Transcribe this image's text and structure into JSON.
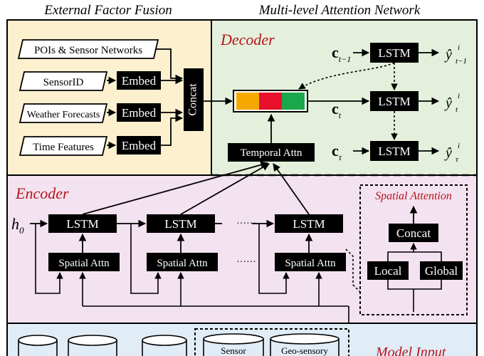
{
  "headers": {
    "left": "External Factor Fusion",
    "right": "Multi-level Attention Network"
  },
  "external": {
    "inputs": [
      "POIs & Sensor Networks",
      "SensorID",
      "Weather Forecasts",
      "Time Features"
    ],
    "embed": "Embed",
    "concat": "Concat"
  },
  "decoder": {
    "title": "Decoder",
    "temporal_attn": "Temporal Attn",
    "lstm": "LSTM",
    "c_labels": [
      "c",
      "c",
      "c"
    ],
    "c_subs": [
      "t−1",
      "t",
      "τ"
    ],
    "y_labels": [
      "ŷ",
      "ŷ",
      "ŷ"
    ],
    "y_sups": [
      "i",
      "i",
      "i"
    ],
    "y_subs": [
      "t−1",
      "t",
      "τ"
    ],
    "colors": [
      "#f5a800",
      "#e8102a",
      "#1aa84a"
    ]
  },
  "encoder": {
    "title": "Encoder",
    "h0": "h",
    "h0_sub": "0",
    "lstm": "LSTM",
    "spatial_attn": "Spatial Attn",
    "dots": "······"
  },
  "spatial_attention": {
    "title": "Spatial Attention",
    "concat": "Concat",
    "local": "Local",
    "global": "Global"
  },
  "model_input": {
    "title": "Model Input",
    "sources": [
      "Sensor",
      "Geo-sensory"
    ]
  }
}
